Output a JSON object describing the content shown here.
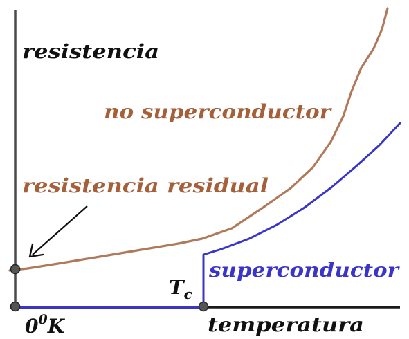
{
  "labels": {
    "y_axis": "resistencia",
    "x_axis": "temperatura",
    "normal_curve": "no superconductor",
    "super_curve": "superconductor",
    "residual": "resistencia residual",
    "critical_temp_main": "T",
    "critical_temp_sub": "c",
    "origin_main": "0",
    "origin_sup": "0",
    "origin_unit": "K"
  },
  "colors": {
    "axis": "#4a4a4a",
    "normal": "#a5603a",
    "normal_curve_line": "#b07a5a",
    "super": "#3a35c8",
    "arrow": "#111111",
    "point": "#555555"
  }
}
